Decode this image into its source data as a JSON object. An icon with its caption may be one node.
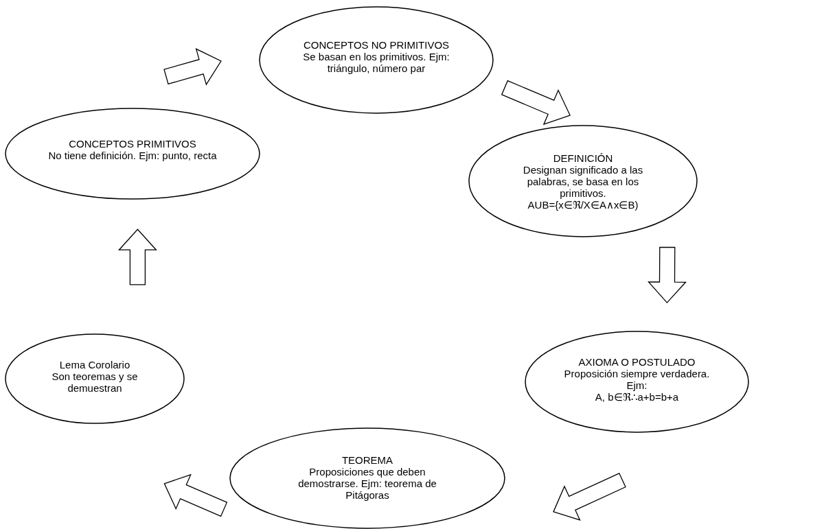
{
  "diagram": {
    "nodes": [
      {
        "text": [
          "CONCEPTOS NO PRIMITIVOS",
          "Se basan en los primitivos. Ejm: triángulo, número par"
        ]
      },
      {
        "text": [
          "CONCEPTOS PRIMITIVOS",
          "No tiene definición. Ejm: punto, recta"
        ]
      },
      {
        "text": [
          "DEFINICIÓN",
          "Designan significado a las palabras, se basa en los primitivos.",
          "AUB={x∈ℜ/X∈A∧x∈B)"
        ]
      },
      {
        "text": [
          "Lema Corolario",
          "Son teoremas y se demuestran"
        ]
      },
      {
        "text": [
          "AXIOMA O POSTULADO",
          "Proposición siempre verdadera. Ejm:",
          "A, b∈ℜ∴a+b=b+a"
        ]
      },
      {
        "text": [
          "TEOREMA",
          "Proposiciones que deben demostrarse. Ejm: teorema de Pitágoras"
        ]
      }
    ],
    "edges": [
      {
        "from": 1,
        "to": 0,
        "arrow": "to"
      },
      {
        "from": 0,
        "to": 2,
        "arrow": "to"
      },
      {
        "from": 2,
        "to": 4,
        "arrow": "to"
      },
      {
        "from": 4,
        "to": 5,
        "arrow": "to"
      },
      {
        "from": 5,
        "to": 3,
        "arrow": "to"
      },
      {
        "from": 3,
        "to": 1,
        "arrow": "to"
      }
    ]
  }
}
